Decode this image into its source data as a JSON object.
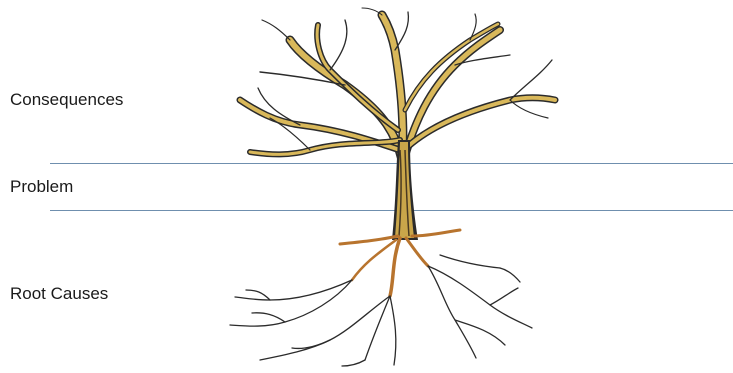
{
  "labels": {
    "consequences": "Consequences",
    "problem": "Problem",
    "root_causes": "Root Causes"
  },
  "colors": {
    "trunk": "#d9b85a",
    "trunk_dark": "#4a3a22",
    "branch_outline": "#2b2b2b",
    "surface_root": "#b8742e",
    "divider_line": "#6f8fae"
  }
}
